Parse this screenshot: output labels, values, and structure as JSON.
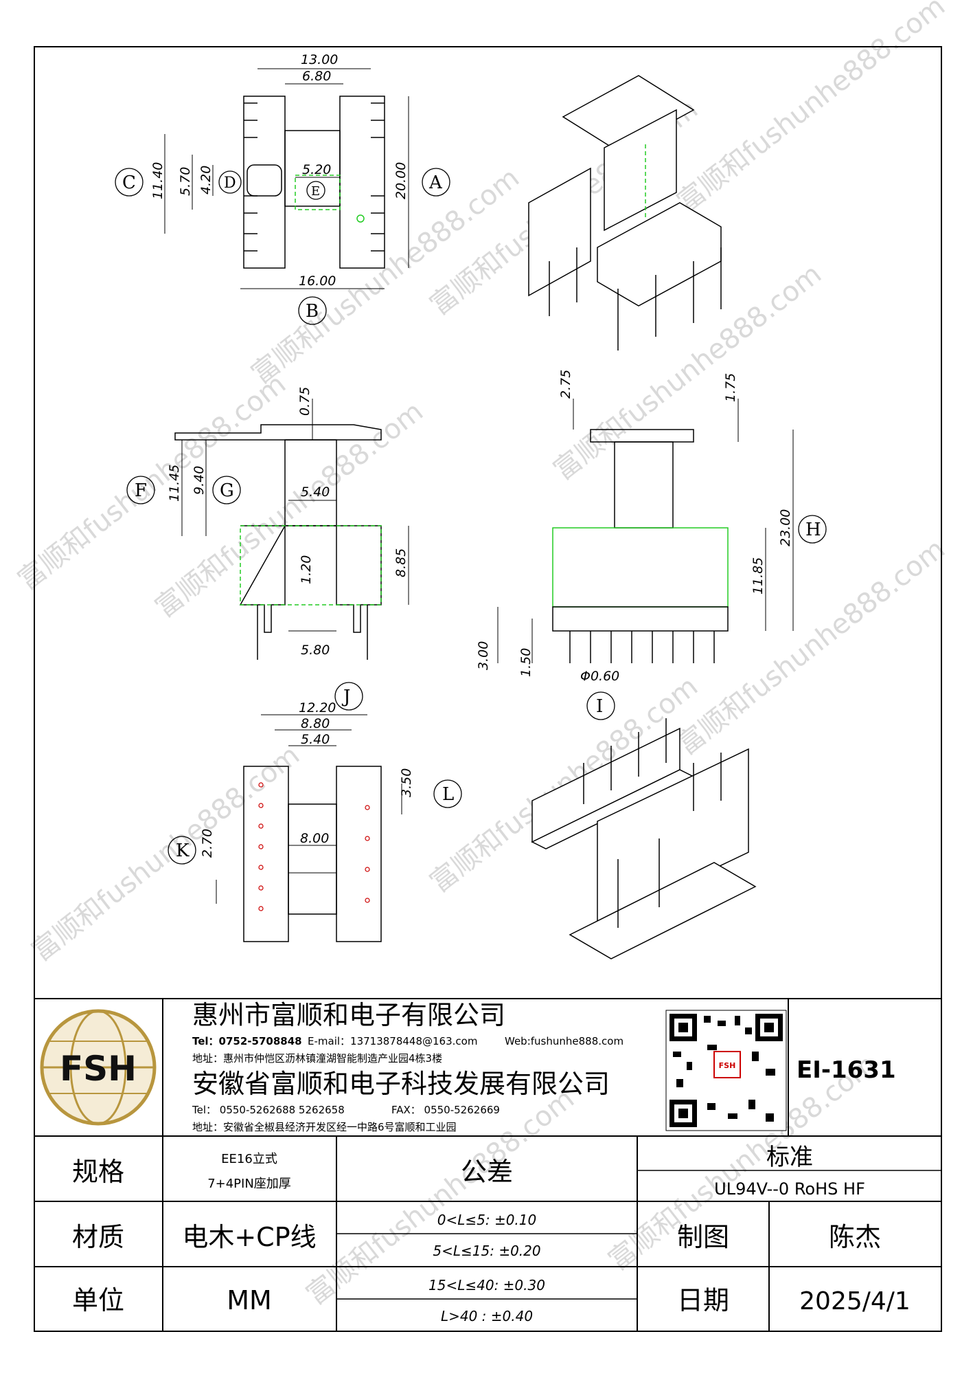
{
  "drawing": {
    "top_view": {
      "dims": {
        "overall_width": "13.00",
        "inner_width": "6.80",
        "height_a": "20.00",
        "height_c": "11.40",
        "height_d1": "5.70",
        "height_d2": "4.20",
        "window_e": "5.20",
        "base_b": "16.00"
      },
      "labels": [
        "A",
        "B",
        "C",
        "D",
        "E"
      ]
    },
    "front_view": {
      "dims": {
        "top_offset": "0.75",
        "height_f": "11.45",
        "height_g": "9.40",
        "core_width": "5.40",
        "wall": "1.20",
        "base_height": "8.85",
        "pin_pitch": "5.80"
      },
      "labels": [
        "F",
        "G"
      ]
    },
    "side_view": {
      "dims": {
        "top_offset": "2.75",
        "flange_offset": "1.75",
        "overall_height": "23.00",
        "body_height": "11.85",
        "pin_standoff_1": "3.00",
        "pin_standoff_2": "1.50",
        "pin_dia": "Φ0.60"
      },
      "labels": [
        "H",
        "I"
      ]
    },
    "bottom_view": {
      "dims": {
        "overall_width": "12.20",
        "row_span": "8.80",
        "core_width": "5.40",
        "slot_width": "8.00",
        "pitch_l": "3.50",
        "pitch_k": "2.70"
      },
      "labels": [
        "J",
        "K",
        "L"
      ]
    }
  },
  "title_block": {
    "company1": "惠州市富顺和电子有限公司",
    "tel1": "Tel：0752-5708848",
    "email1": "E-mail：13713878448@163.com",
    "web1": "Web:fushunhe888.com",
    "addr1": "地址：惠州市仲恺区沥林镇潼湖智能制造产业园4栋3楼",
    "company2": "安徽省富顺和电子科技发展有限公司",
    "tel2": "Tel：  0550-5262688   5262658",
    "fax2": "FAX：  0550-5262669",
    "addr2": "地址：安徽省全椒县经济开发区经一中路6号富顺和工业园",
    "logo_text": "FSH",
    "qr_badge": "FSH",
    "part_no": "EI-1631"
  },
  "spec_table": {
    "spec_label": "规格",
    "spec_value_1": "EE16立式",
    "spec_value_2": "7+4PIN座加厚",
    "tolerance_label": "公差",
    "standard_label": "标准",
    "standard_value": "UL94V--0  RoHS  HF",
    "material_label": "材质",
    "material_value": "电木+CP线",
    "tol_1": "0<L≤5: ±0.10",
    "tol_2": "5<L≤15: ±0.20",
    "tol_3": "15<L≤40: ±0.30",
    "tol_4": "L>40 :  ±0.40",
    "drawn_label": "制图",
    "drawn_value": "陈杰",
    "unit_label": "单位",
    "unit_value": "MM",
    "date_label": "日期",
    "date_value": "2025/4/1"
  },
  "watermark": "富顺和fushunhe888.com"
}
